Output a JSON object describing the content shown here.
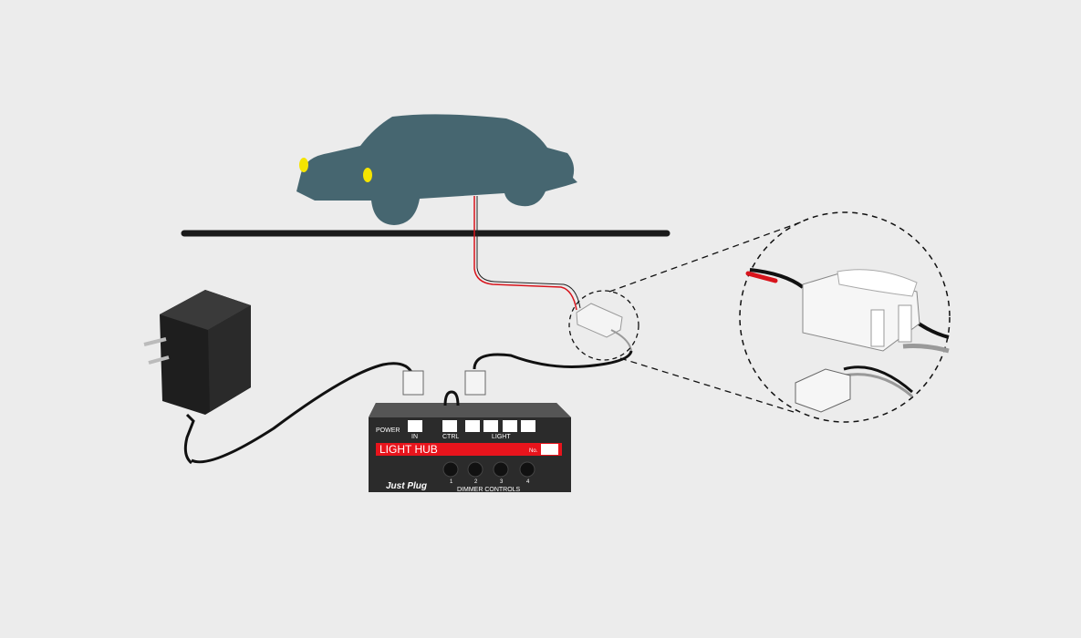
{
  "hub": {
    "title": "LIGHT HUB",
    "no_label": "No.",
    "power_label": "POWER",
    "in_label": "IN",
    "ctrl_label": "CTRL",
    "light_label": "LIGHT",
    "dimmer_label": "DIMMER CONTROLS",
    "dimmer_numbers": [
      "1",
      "2",
      "3",
      "4"
    ],
    "brand": "Just Plug"
  },
  "colors": {
    "background": "#ececec",
    "car": "#466670",
    "headlight": "#f4e400",
    "hub_red": "#e8141c",
    "wire_red": "#d8141c"
  }
}
